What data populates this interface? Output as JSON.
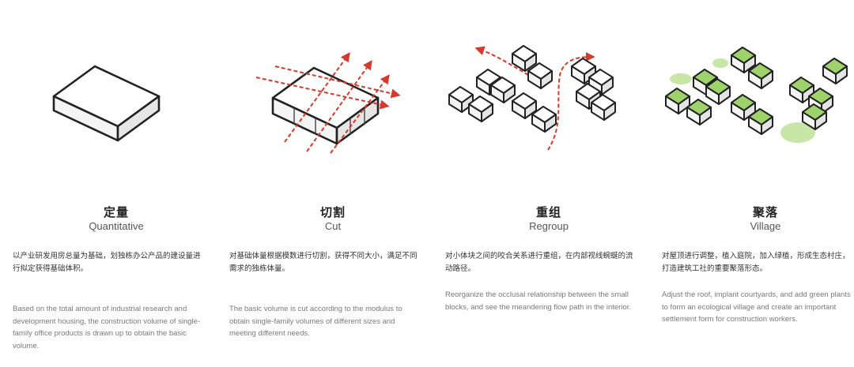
{
  "colors": {
    "line": "#222222",
    "face_top": "#ffffff",
    "face_side": "#f0f0f0",
    "arrow": "#d63a2a",
    "green": "#9ed36b"
  },
  "panels": [
    {
      "title_cn": "定量",
      "title_en": "Quantitative",
      "desc_cn": "以产业研发用房总量为基础，划独栋办公产品的建设量进行拟定获得基础体积。",
      "desc_en": "Based on the total amount of industrial research and development housing, the construction volume of single-family office products is drawn up to obtain the basic volume."
    },
    {
      "title_cn": "切割",
      "title_en": "Cut",
      "desc_cn": "对基础体量根据模数进行切割，获得不同大小，满足不同需求的独栋体量。",
      "desc_en": "The basic volume is cut according to the modulus to obtain single-family volumes of different sizes and meeting different needs."
    },
    {
      "title_cn": "重组",
      "title_en": "Regroup",
      "desc_cn": "对小体块之间的咬合关系进行重组，在内部视线蜿蜒的流动路径。",
      "desc_en": "Reorganize the occlusal relationship between the small blocks, and see the meandering flow path in the interior."
    },
    {
      "title_cn": "聚落",
      "title_en": "Village",
      "desc_cn": "对屋顶进行调整，植入庭院，加入绿植，形成生态村庄，打造建筑工社的重要聚落形态。",
      "desc_en": "Adjust the roof, implant courtyards, and add green plants to form an ecological village and create an important settlement form for construction workers."
    }
  ]
}
